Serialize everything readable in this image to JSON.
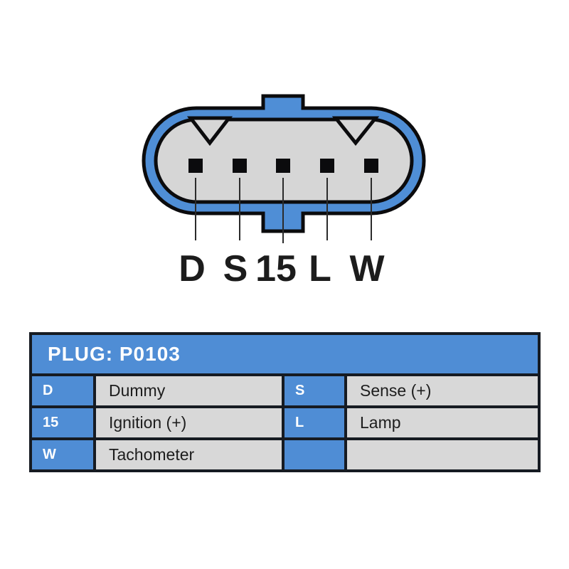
{
  "connector": {
    "pins": [
      {
        "label": "D"
      },
      {
        "label": "S"
      },
      {
        "label": "15"
      },
      {
        "label": "L"
      },
      {
        "label": "W"
      }
    ]
  },
  "plug_table": {
    "title": "PLUG: P0103",
    "rows": [
      {
        "key1": "D",
        "val1": "Dummy",
        "key2": "S",
        "val2": "Sense (+)"
      },
      {
        "key1": "15",
        "val1": "Ignition (+)",
        "key2": "L",
        "val2": "Lamp"
      },
      {
        "key1": "W",
        "val1": "Tachometer",
        "key2": "",
        "val2": ""
      }
    ]
  },
  "colors": {
    "accent_blue": "#4F8DD5",
    "cell_gray": "#D8D8D8",
    "connector_body_gray": "#D6D6D6",
    "outline_black": "#0B0B0D",
    "table_border": "#161B22",
    "background": "#FFFFFF"
  }
}
